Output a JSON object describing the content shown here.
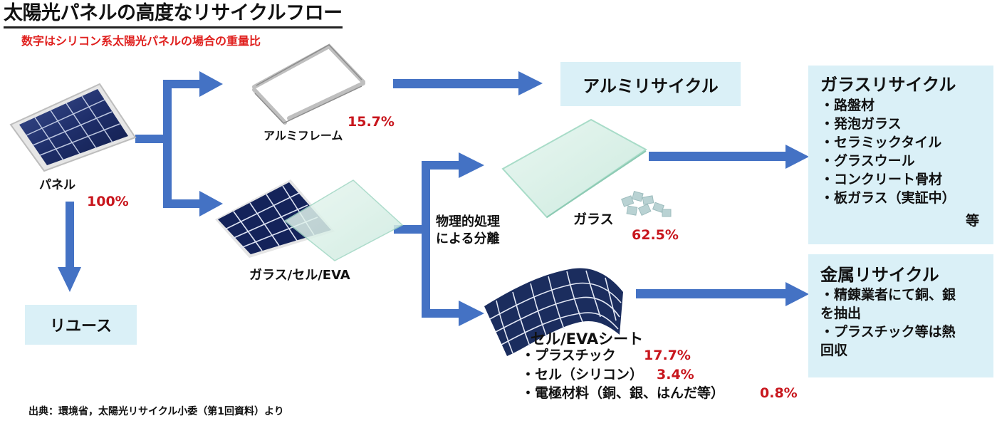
{
  "header": {
    "title": "太陽光パネルの高度なリサイクルフロー",
    "subtitle": "数字はシリコン系太陽光パネルの場合の重量比"
  },
  "colors": {
    "arrow": "#4472c4",
    "percent_red": "#c8161d",
    "subtitle_red": "#e0211f",
    "box_fill": "#daf0f7",
    "cell_navy": "#1b2d5e",
    "glass_green": "#d5efe6"
  },
  "nodes": {
    "panel": {
      "icon": "solar-panel-icon",
      "label": "パネル",
      "percent": "100%"
    },
    "reuse": {
      "label": "リユース"
    },
    "aluminum_frame": {
      "icon": "aluminum-frame-icon",
      "label": "アルミフレーム",
      "percent": "15.7%"
    },
    "aluminum_recycle": {
      "label": "アルミリサイクル"
    },
    "glass_cell_eva": {
      "icon": "glass-cell-eva-icon",
      "label": "ガラス/セル/EVA"
    },
    "separation": {
      "line1": "物理的処理",
      "line2": "による分離"
    },
    "glass": {
      "icon": "glass-sheet-icon",
      "label": "ガラス",
      "percent": "62.5%"
    },
    "cell_eva_sheet": {
      "icon": "flexible-cell-sheet-icon",
      "label": "セル/EVAシート",
      "items": [
        {
          "name": "・プラスチック",
          "percent": "17.7%"
        },
        {
          "name": "・セル（シリコン）",
          "percent": "3.4%"
        },
        {
          "name": "・電極材料（銅、銀、はんだ等）",
          "percent": "0.8%"
        }
      ]
    },
    "glass_recycle": {
      "title": "ガラスリサイクル",
      "items": [
        "・路盤材",
        "・発泡ガラス",
        "・セラミックタイル",
        "・グラスウール",
        "・コンクリート骨材",
        "・板ガラス（実証中）"
      ],
      "footer": "等"
    },
    "metal_recycle": {
      "title": "金属リサイクル",
      "lines": [
        "・精錬業者にて銅、銀",
        "を抽出",
        "・プラスチック等は熱",
        "回収"
      ]
    }
  },
  "source": "出典：環境省，太陽光リサイクル小委（第1回資料）より"
}
